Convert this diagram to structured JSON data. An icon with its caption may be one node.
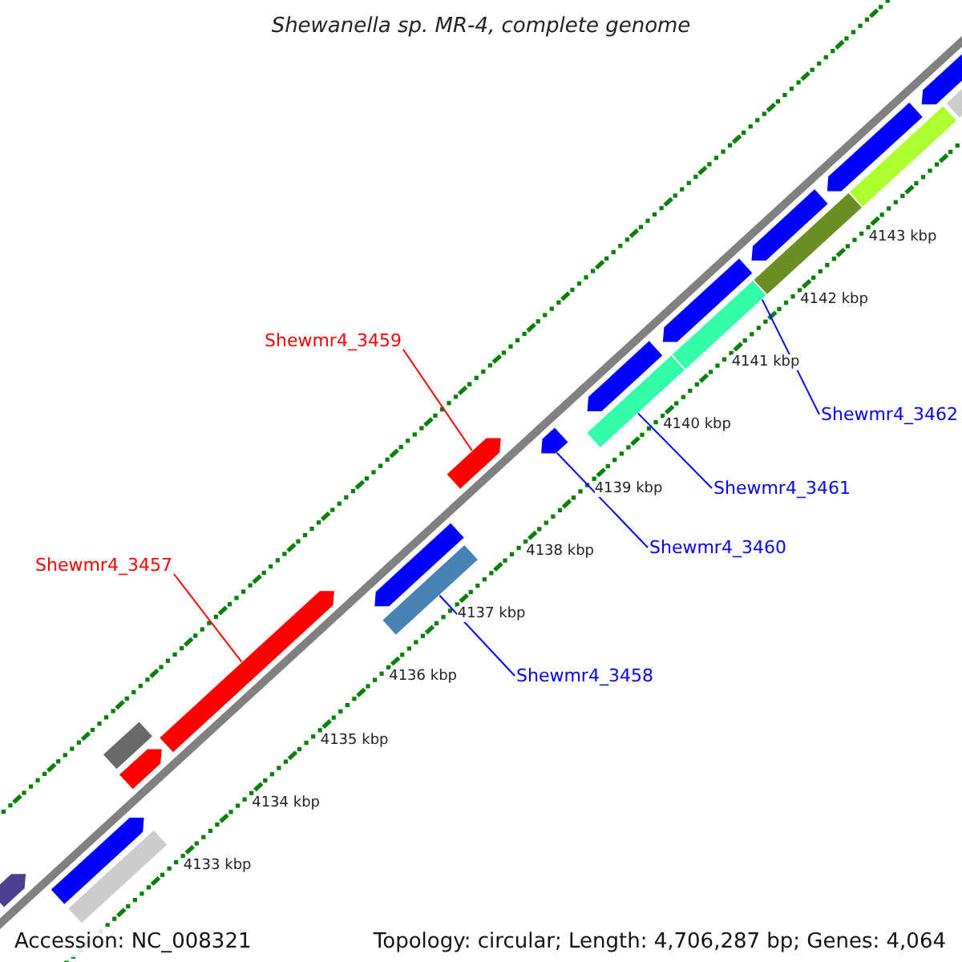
{
  "diagram": {
    "title": "Shewanella sp. MR-4, complete genome",
    "nodes": [
      {
        "text": [
          "Shewmr4_3459"
        ]
      },
      {
        "text": [],
        "shape": "arrow"
      },
      {
        "text": [
          "Shewmr4_3457"
        ]
      },
      {
        "text": [],
        "shape": "arrow"
      },
      {
        "text": [
          "Shewmr4_3462"
        ]
      },
      {
        "text": [],
        "shape": "bar"
      },
      {
        "text": [
          "Shewmr4_3461"
        ]
      },
      {
        "text": [],
        "shape": "bar"
      },
      {
        "text": [
          "Shewmr4_3460"
        ]
      },
      {
        "text": [],
        "shape": "arrow"
      },
      {
        "text": [
          "Shewmr4_3458"
        ]
      },
      {
        "text": [],
        "shape": "bar"
      }
    ],
    "edges": [
      {
        "from": 0,
        "to": 1,
        "arrow": "none",
        "color": "#ff0000"
      },
      {
        "from": 2,
        "to": 3,
        "arrow": "none",
        "color": "#ff0000"
      },
      {
        "from": 4,
        "to": 5,
        "arrow": "none",
        "color": "#0000ff"
      },
      {
        "from": 6,
        "to": 7,
        "arrow": "none",
        "color": "#0000ff"
      },
      {
        "from": 8,
        "to": 9,
        "arrow": "none",
        "color": "#0000ff"
      },
      {
        "from": 10,
        "to": 11,
        "arrow": "none",
        "color": "#0000ff"
      }
    ],
    "labels": [
      "4133 kbp",
      "4134 kbp",
      "4135 kbp",
      "4136 kbp",
      "4137 kbp",
      "4138 kbp",
      "4139 kbp",
      "4140 kbp",
      "4141 kbp",
      "4142 kbp",
      "4143 kbp",
      "Accession: NC_008321",
      "Topology: circular; Length: 4,706,287 bp; Genes: 4,064"
    ]
  }
}
